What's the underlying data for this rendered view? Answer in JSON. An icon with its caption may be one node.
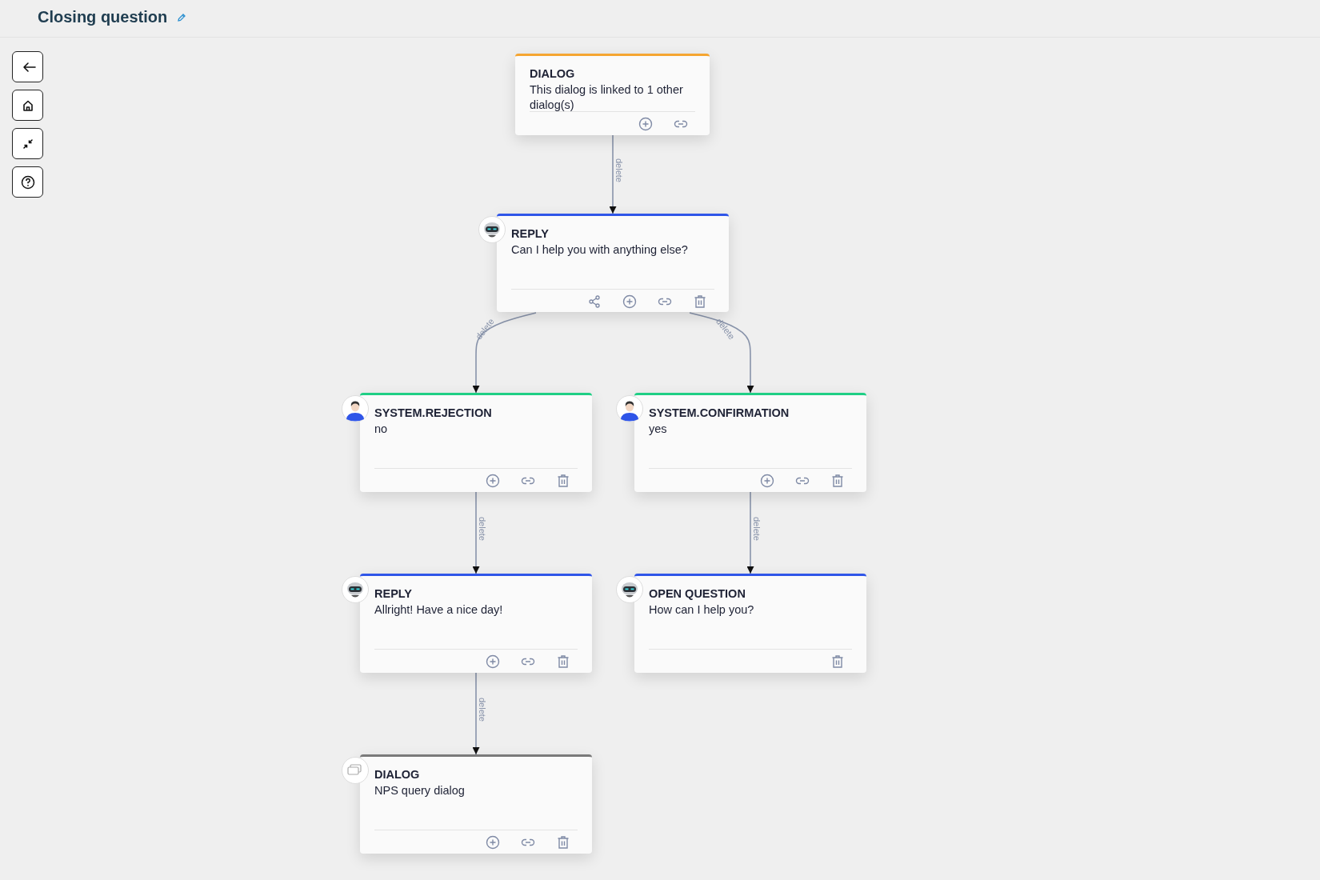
{
  "diagram": {
    "title": "Closing question",
    "nodes": [
      {
        "text": [
          "DIALOG",
          "This dialog is linked to 1 other dialog(s)"
        ]
      },
      {
        "text": [
          "REPLY",
          "Can I help you with anything else?"
        ]
      },
      {
        "text": [
          "SYSTEM.REJECTION",
          "no"
        ]
      },
      {
        "text": [
          "SYSTEM.CONFIRMATION",
          "yes"
        ]
      },
      {
        "text": [
          "REPLY",
          "Allright! Have a nice day!"
        ]
      },
      {
        "text": [
          "OPEN QUESTION",
          "How can I help you?"
        ]
      },
      {
        "text": [
          "DIALOG",
          "NPS query dialog"
        ]
      }
    ],
    "edges": [
      {
        "from": 0,
        "to": 1,
        "arrow": "to",
        "label": "delete"
      },
      {
        "from": 1,
        "to": 2,
        "arrow": "to",
        "label": "delete"
      },
      {
        "from": 1,
        "to": 3,
        "arrow": "to",
        "label": "delete"
      },
      {
        "from": 2,
        "to": 4,
        "arrow": "to",
        "label": "delete"
      },
      {
        "from": 3,
        "to": 5,
        "arrow": "to",
        "label": "delete"
      },
      {
        "from": 4,
        "to": 6,
        "arrow": "to",
        "label": "delete"
      }
    ]
  }
}
